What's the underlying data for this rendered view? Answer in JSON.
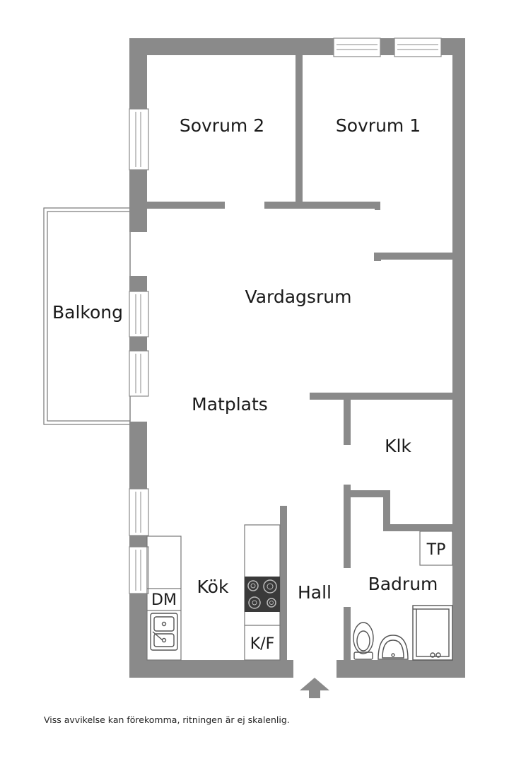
{
  "rooms": {
    "sovrum2": "Sovrum 2",
    "sovrum1": "Sovrum 1",
    "balkong": "Balkong",
    "vardagsrum": "Vardagsrum",
    "matplats": "Matplats",
    "klk": "Klk",
    "tp": "TP",
    "badrum": "Badrum",
    "kok": "Kök",
    "hall": "Hall",
    "dm": "DM",
    "kf": "K/F"
  },
  "disclaimer": "Viss avvikelse kan förekomma, ritningen är ej skalenlig.",
  "colors": {
    "wall": "#8a8a8a",
    "text": "#1a1a1a",
    "stove": "#3a3a3a"
  },
  "icons": [
    "entrance-arrow-icon",
    "stove-icon",
    "sink-icon",
    "toilet-icon",
    "washbasin-icon",
    "shower-icon"
  ]
}
